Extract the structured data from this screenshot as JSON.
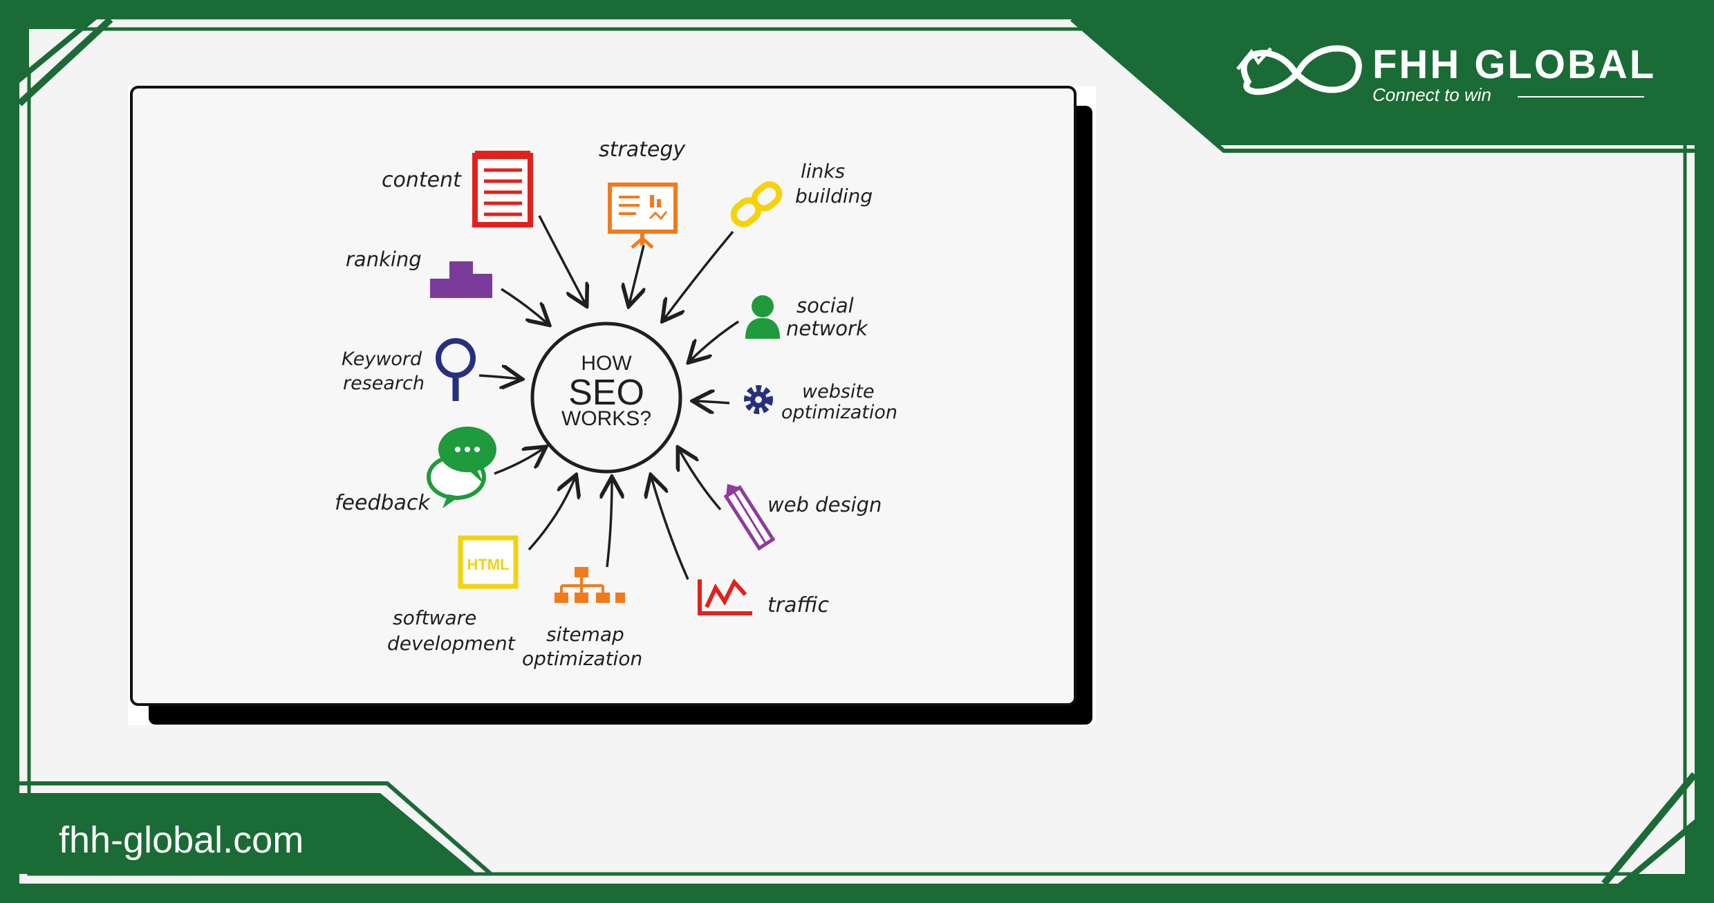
{
  "brand": {
    "name": "FHH GLOBAL",
    "tagline": "Connect to win",
    "website": "fhh-global.com",
    "colors": {
      "primary_green": "#1a6b35",
      "frame_light": "#f4f4f4"
    }
  },
  "diagram": {
    "center": {
      "line1": "HOW",
      "line2": "SEO",
      "line3": "WORKS?"
    },
    "nodes": {
      "content": {
        "label": "content",
        "icon": "notepad-icon",
        "color": "#e2211c"
      },
      "strategy": {
        "label": "strategy",
        "icon": "presentation-board-icon",
        "color": "#f07b1d"
      },
      "links_building": {
        "label_line1": "links",
        "label_line2": "building",
        "icon": "chain-link-icon",
        "color": "#f4d20c"
      },
      "ranking": {
        "label": "ranking",
        "icon": "podium-icon",
        "color": "#7b3b9b"
      },
      "social_network": {
        "label_line1": "social",
        "label_line2": "network",
        "icon": "person-icon",
        "color": "#1f9a3c"
      },
      "keyword_research": {
        "label_line1": "Keyword",
        "label_line2": "research",
        "icon": "magnifier-icon",
        "color": "#27307f"
      },
      "website_optimization": {
        "label_line1": "website",
        "label_line2": "optimization",
        "icon": "gear-icon",
        "color": "#27307f"
      },
      "feedback": {
        "label": "feedback",
        "icon": "chat-bubbles-icon",
        "color": "#1f9a3c"
      },
      "web_design": {
        "label": "web design",
        "icon": "pencil-icon",
        "color": "#8e3b9b"
      },
      "software_development": {
        "label_line1": "software",
        "label_line2": "development",
        "icon": "html-icon",
        "icon_text": "HTML",
        "color": "#f4d20c"
      },
      "sitemap_optimization": {
        "label_line1": "sitemap",
        "label_line2": "optimization",
        "icon": "sitemap-icon",
        "color": "#f07b1d"
      },
      "traffic": {
        "label": "traffic",
        "icon": "line-chart-icon",
        "color": "#e2211c"
      }
    }
  }
}
